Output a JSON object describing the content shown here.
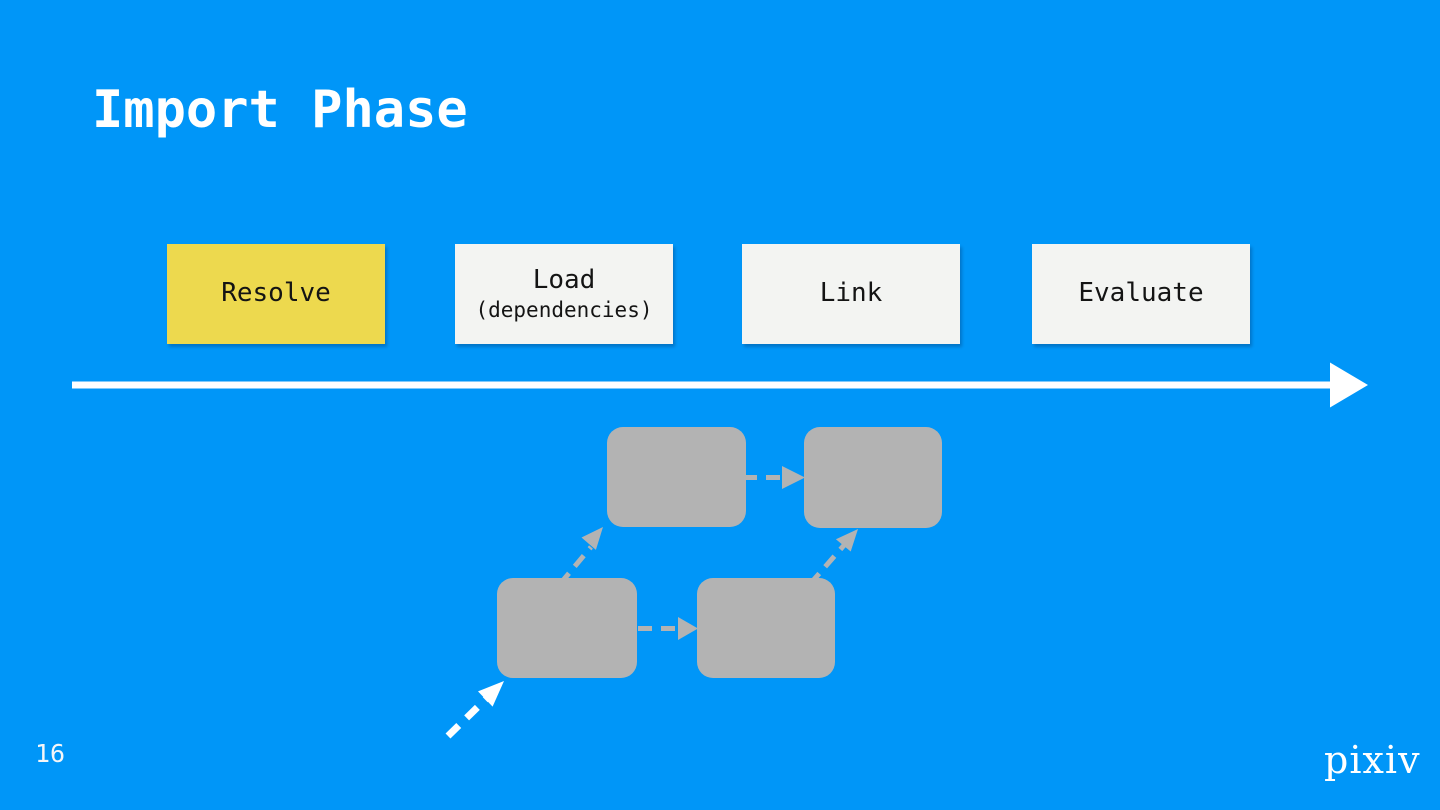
{
  "slide": {
    "title": "Import Phase",
    "page_number": "16",
    "logo": "pixiv"
  },
  "phases": [
    {
      "label": "Resolve",
      "sublabel": "",
      "active": true
    },
    {
      "label": "Load",
      "sublabel": "(dependencies)",
      "active": false
    },
    {
      "label": "Link",
      "sublabel": "",
      "active": false
    },
    {
      "label": "Evaluate",
      "sublabel": "",
      "active": false
    }
  ],
  "colors": {
    "background": "#0096f8",
    "highlight_yellow": "#edd94e",
    "phase_box_white": "#f3f4f2",
    "module_gray": "#b3b3b3",
    "arrow_white": "#ffffff",
    "text_dark": "#141414"
  }
}
